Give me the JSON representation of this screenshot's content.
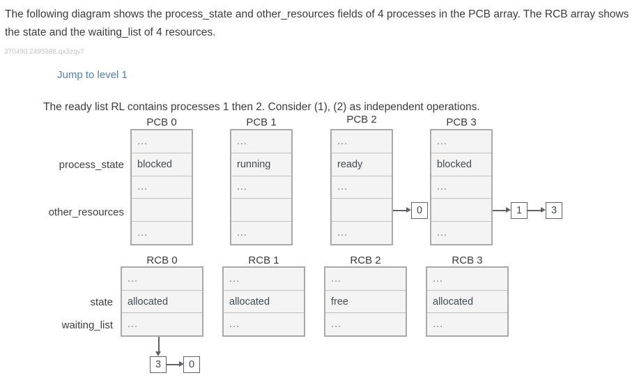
{
  "header": {
    "intro_line1": "The following diagram shows the process_state and other_resources fields of 4 processes in the PCB array. The RCB array shows",
    "intro_line2": "the state and the waiting_list of 4 resources.",
    "activity_id": "370490.2495388.qx3zqy7",
    "jump_link": "Jump to level 1",
    "prompt_line": "The ready list RL contains processes 1 then 2. Consider (1), (2) as independent operations."
  },
  "colors": {
    "link": "#5180b0",
    "cell_fill": "#f4f4f5",
    "box_border": "#a9a9a9",
    "row_separator": "#bdbdbd",
    "arrow": "#5f6368",
    "cell_text": "#414b53",
    "id_text": "#c5c5c5"
  },
  "pcb": {
    "field_labels": {
      "process_state": "process_state",
      "other_resources": "other_resources"
    },
    "columns": [
      {
        "label": "PCB 0",
        "rows": [
          "...",
          "blocked",
          "...",
          "",
          "..."
        ],
        "pointer_chain": []
      },
      {
        "label": "PCB 1",
        "rows": [
          "...",
          "running",
          "...",
          "",
          "..."
        ],
        "pointer_chain": []
      },
      {
        "label": "PCB 2",
        "rows": [
          "...",
          "ready",
          "...",
          "",
          "..."
        ],
        "pointer_chain": [
          "0"
        ]
      },
      {
        "label": "PCB 3",
        "rows": [
          "...",
          "blocked",
          "...",
          "",
          "..."
        ],
        "pointer_chain": [
          "1",
          "3"
        ]
      }
    ]
  },
  "rcb": {
    "field_labels": {
      "state": "state",
      "waiting_list": "waiting_list"
    },
    "columns": [
      {
        "label": "RCB 0",
        "rows": [
          "...",
          "allocated",
          "..."
        ],
        "waiting_chain": [
          "3",
          "0"
        ]
      },
      {
        "label": "RCB 1",
        "rows": [
          "...",
          "allocated",
          "..."
        ],
        "waiting_chain": []
      },
      {
        "label": "RCB 2",
        "rows": [
          "...",
          "free",
          "..."
        ],
        "waiting_chain": []
      },
      {
        "label": "RCB 3",
        "rows": [
          "...",
          "allocated",
          "..."
        ],
        "waiting_chain": []
      }
    ]
  }
}
